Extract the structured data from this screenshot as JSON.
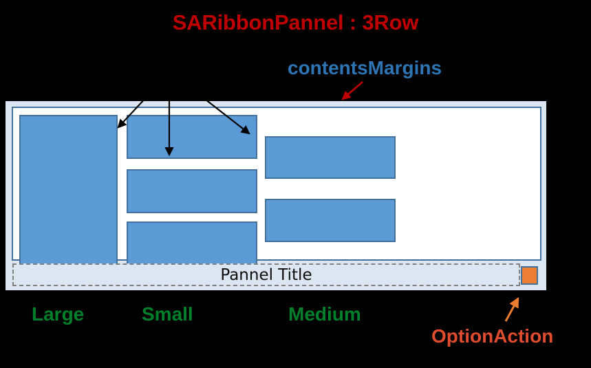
{
  "diagram": {
    "title": "SARibbonPannel : 3Row",
    "title_color": "#C00000",
    "annotations": {
      "contents_margins": {
        "label": "contentsMargins",
        "color": "#2E75B6",
        "arrow_color": "#C00000"
      },
      "option_action": {
        "label": "OptionAction",
        "color": "#E04C2E",
        "arrow_color": "#ED7D31"
      },
      "size_labels": [
        {
          "label": "Large",
          "color": "#00802B"
        },
        {
          "label": "Small",
          "color": "#00802B"
        },
        {
          "label": "Medium",
          "color": "#00802B"
        }
      ],
      "row_arrow_color": "#000000",
      "row_arrow_count": 3
    }
  },
  "pannel": {
    "background_color": "#DCE6F2",
    "contents_area": {
      "background_color": "#FFFFFF",
      "border_color": "#41719C"
    },
    "title": {
      "text": "Pannel Title",
      "text_color": "#0D0D0D",
      "border_style": "dashed",
      "border_color": "#808080",
      "background_color": "#DCE6F2"
    },
    "option_action_button": {
      "name": "option-action-button",
      "fill_color": "#ED7D31",
      "border_color": "#41719C"
    },
    "buttons": {
      "fill_color": "#5B9BD5",
      "border_color": "#41719C",
      "large": [
        {
          "name": "large-button"
        }
      ],
      "small": [
        {
          "name": "small-button-row-1"
        },
        {
          "name": "small-button-row-2"
        },
        {
          "name": "small-button-row-3"
        }
      ],
      "medium": [
        {
          "name": "medium-button-row-1"
        },
        {
          "name": "medium-button-row-2"
        }
      ]
    }
  }
}
